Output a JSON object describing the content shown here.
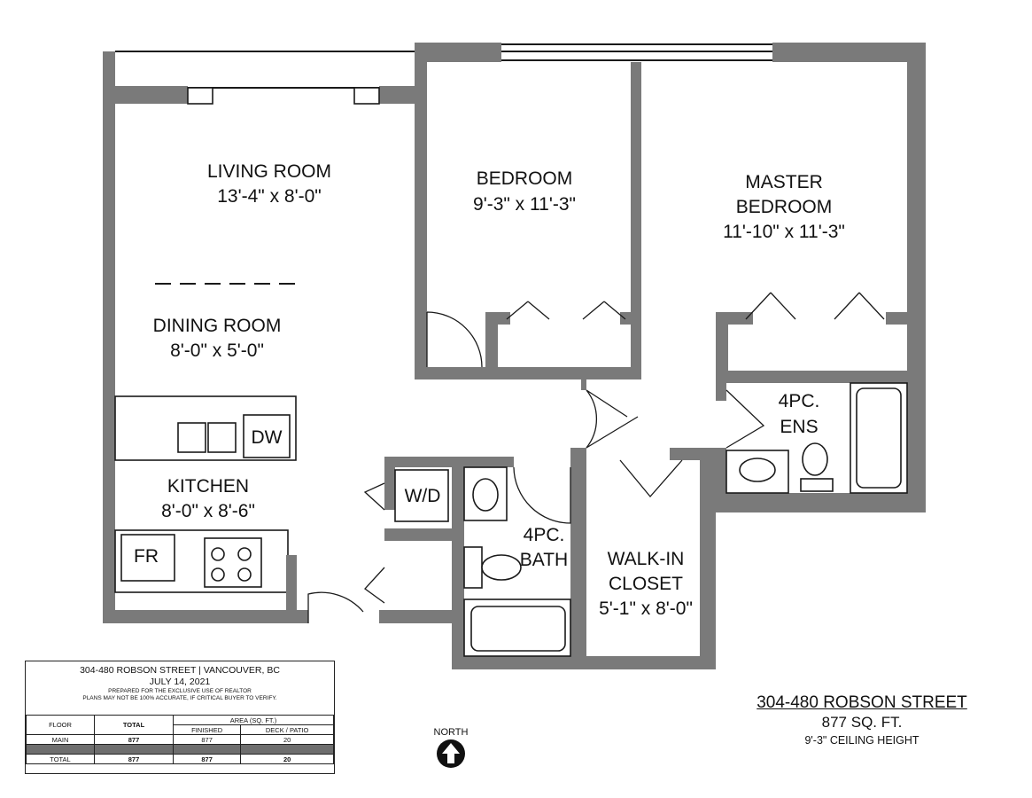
{
  "rooms": {
    "living": {
      "name": "LIVING ROOM",
      "size": "13'-4\" x 8'-0\""
    },
    "dining": {
      "name": "DINING ROOM",
      "size": "8'-0\" x 5'-0\""
    },
    "kitchen": {
      "name": "KITCHEN",
      "size": "8'-0\" x 8'-6\""
    },
    "bedroom": {
      "name": "BEDROOM",
      "size": "9'-3\" x 11'-3\""
    },
    "master": {
      "name_line1": "MASTER",
      "name_line2": "BEDROOM",
      "size": "11'-10\" x 11'-3\""
    },
    "ensuite": {
      "line1": "4PC.",
      "line2": "ENS"
    },
    "bath": {
      "line1": "4PC.",
      "line2": "BATH"
    },
    "closet": {
      "line1": "WALK-IN",
      "line2": "CLOSET",
      "size": "5'-1\" x 8'-0\""
    }
  },
  "fixtures": {
    "dishwasher": "DW",
    "fridge": "FR",
    "washer_dryer": "W/D"
  },
  "info_table": {
    "address_line": "304-480 ROBSON STREET | VANCOUVER, BC",
    "date": "JULY 14, 2021",
    "disclaimer_1": "PREPARED FOR THE EXCLUSIVE USE OF REALTOR",
    "disclaimer_2": "PLANS MAY NOT BE 100% ACCURATE, IF CRITICAL BUYER TO VERIFY.",
    "col_floor": "FLOOR",
    "col_total": "TOTAL",
    "col_area": "AREA (SQ. FT.)",
    "col_finished": "FINISHED",
    "col_deck": "DECK / PATIO",
    "row_main": {
      "floor": "MAIN",
      "total": "877",
      "finished": "877",
      "deck": "20"
    },
    "row_total": {
      "floor": "TOTAL",
      "total": "877",
      "finished": "877",
      "deck": "20"
    }
  },
  "summary": {
    "street": "304-480 ROBSON STREET",
    "sqft": "877 SQ. FT.",
    "ceiling": "9'-3\" CEILING HEIGHT"
  },
  "north_label": "NORTH",
  "colors": {
    "wall": "#7a7a7a",
    "line": "#1a1a1a"
  }
}
